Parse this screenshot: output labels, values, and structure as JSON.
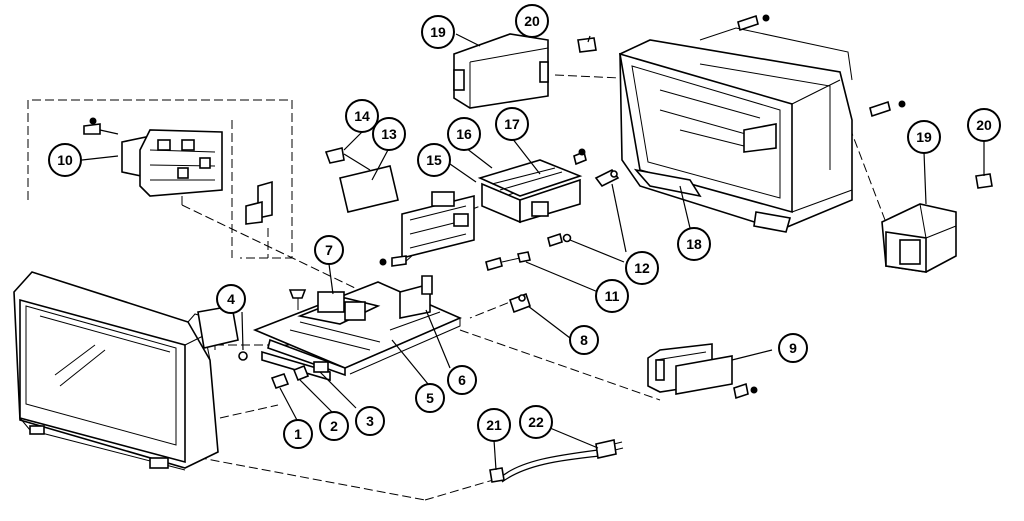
{
  "callouts": {
    "c1": "1",
    "c2": "2",
    "c3": "3",
    "c4": "4",
    "c5": "5",
    "c6": "6",
    "c7": "7",
    "c8": "8",
    "c9": "9",
    "c10": "10",
    "c11": "11",
    "c12": "12",
    "c13": "13",
    "c14": "14",
    "c15": "15",
    "c16": "16",
    "c17": "17",
    "c18": "18",
    "c19a": "19",
    "c19b": "19",
    "c20a": "20",
    "c20b": "20",
    "c21": "21",
    "c22": "22"
  }
}
